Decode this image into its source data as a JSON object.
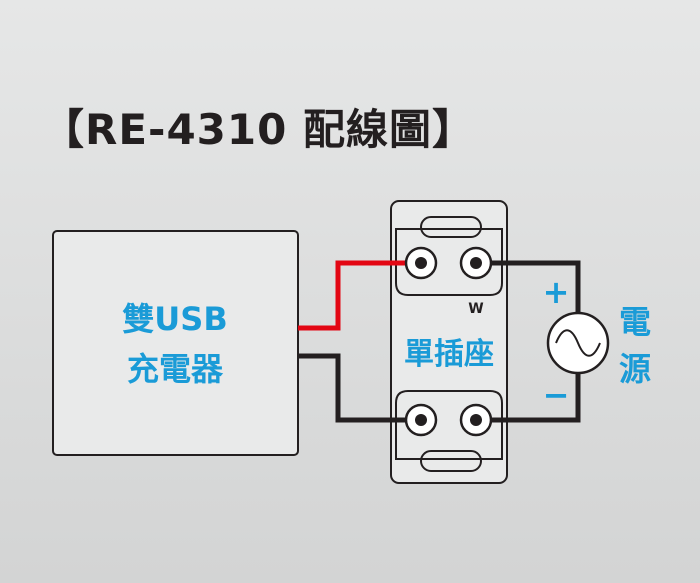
{
  "title": "【RE-4310 配線圖】",
  "charger": {
    "line1": "雙USB",
    "line2": "充電器"
  },
  "outlet": {
    "mark": "W",
    "label": "單插座"
  },
  "power_source": {
    "line1": "電",
    "line2": "源",
    "plus": "+",
    "minus": "−"
  },
  "colors": {
    "positive_wire": "#e30613",
    "negative_wire": "#231f20",
    "label": "#1a9bd7"
  }
}
